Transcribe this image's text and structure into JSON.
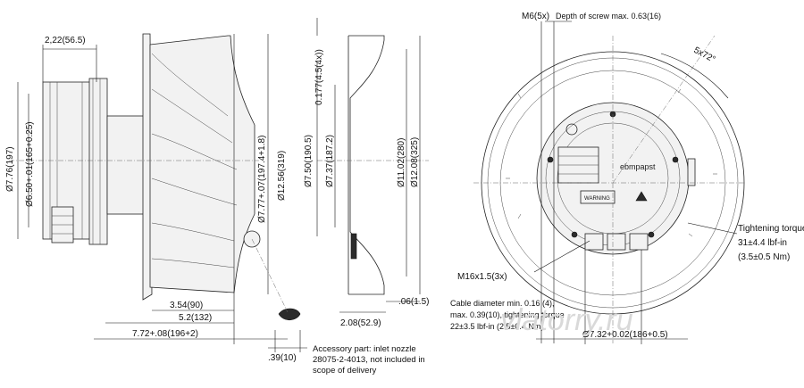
{
  "side_view": {
    "dim_top": "2,22(56.5)",
    "dim_left_outer": "Ø7.76(197)",
    "dim_left_inner": "Ø6.50+.01(165+0.25)",
    "dim_rotor": "Ø7.77+.07(197.4+1.8)",
    "dim_wheel": "Ø12.56(319)",
    "dim_a": "3.54(90)",
    "dim_b": "5.2(132)",
    "dim_c": "7.72+.08(196+2)",
    "dim_d": ".39(10)",
    "accessory_note": "Accessory part: inlet nozzle 28075-2-4013, not included in scope of delivery"
  },
  "nozzle_view": {
    "dim_top": "0.177(4.5(4x))",
    "dim_outer": "Ø7.50(190.5)",
    "dim_inner": "Ø7.37(187.2)",
    "dim_d1": "Ø11.02(280)",
    "dim_d2": "Ø12.08(325)",
    "dim_bottom_right": ".06(1.5)",
    "dim_bottom": "2.08(52.9)"
  },
  "front_view": {
    "screw_label": "M6(5x)",
    "screw_depth": "Depth of screw max. 0.63(16)",
    "angle": "5x72°",
    "torque_title": "Tightening torque",
    "torque_value": "31±4.4 lbf-in",
    "torque_metric": "(3.5±0.5 Nm)",
    "thread_label": "M16x1.5(3x)",
    "cable_line1": "Cable diameter min. 0.16 (4),",
    "cable_line2": "max. 0.39(10), tightening torque",
    "cable_line3": "22±3.5 lbf-in (2.5±0.4 Nm)",
    "dim_bottom": "Ø7.32+0.02(186+0.5)",
    "logo": "ebmpapst",
    "warning_text": "WARNING"
  },
  "watermark": "vlatorry.ru"
}
